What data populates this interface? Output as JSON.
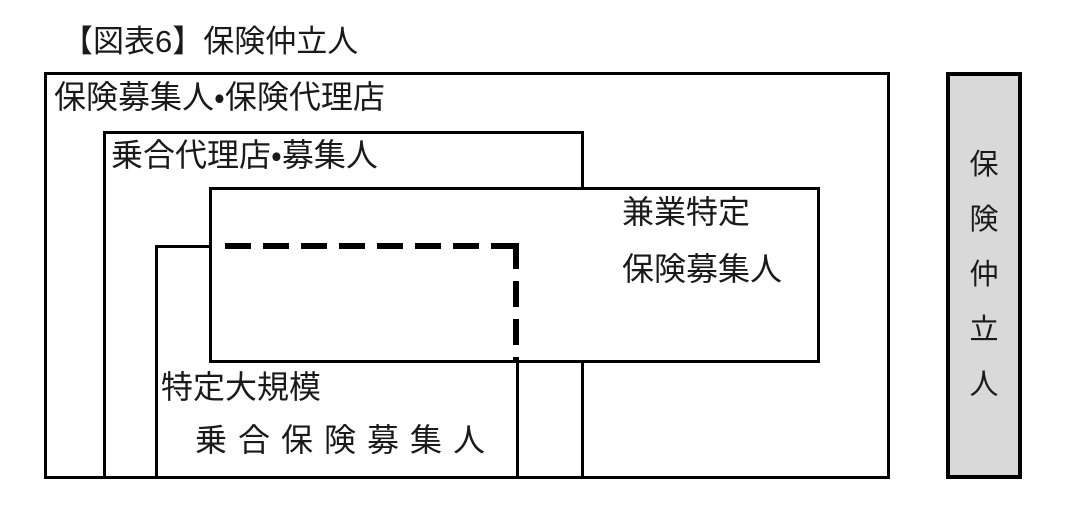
{
  "title": "【図表6】保険仲立人",
  "colors": {
    "line": "#000000",
    "text": "#1a1a1a",
    "broker_fill": "#d9d9d9",
    "canvas_bg": "#ffffff"
  },
  "boxes": {
    "outer": {
      "label": "保険募集人・保険代理店"
    },
    "multi_agency": {
      "label": "乗合代理店・募集人"
    },
    "part_time_specified": {
      "line1": "兼業特定",
      "line2": "保険募集人"
    },
    "specified_large_scale": {
      "line1": "特定大規模",
      "line2": "乗合保険募集人"
    },
    "broker": {
      "label": "保険仲立人",
      "chars": [
        "保",
        "険",
        "仲",
        "立",
        "人"
      ]
    }
  }
}
